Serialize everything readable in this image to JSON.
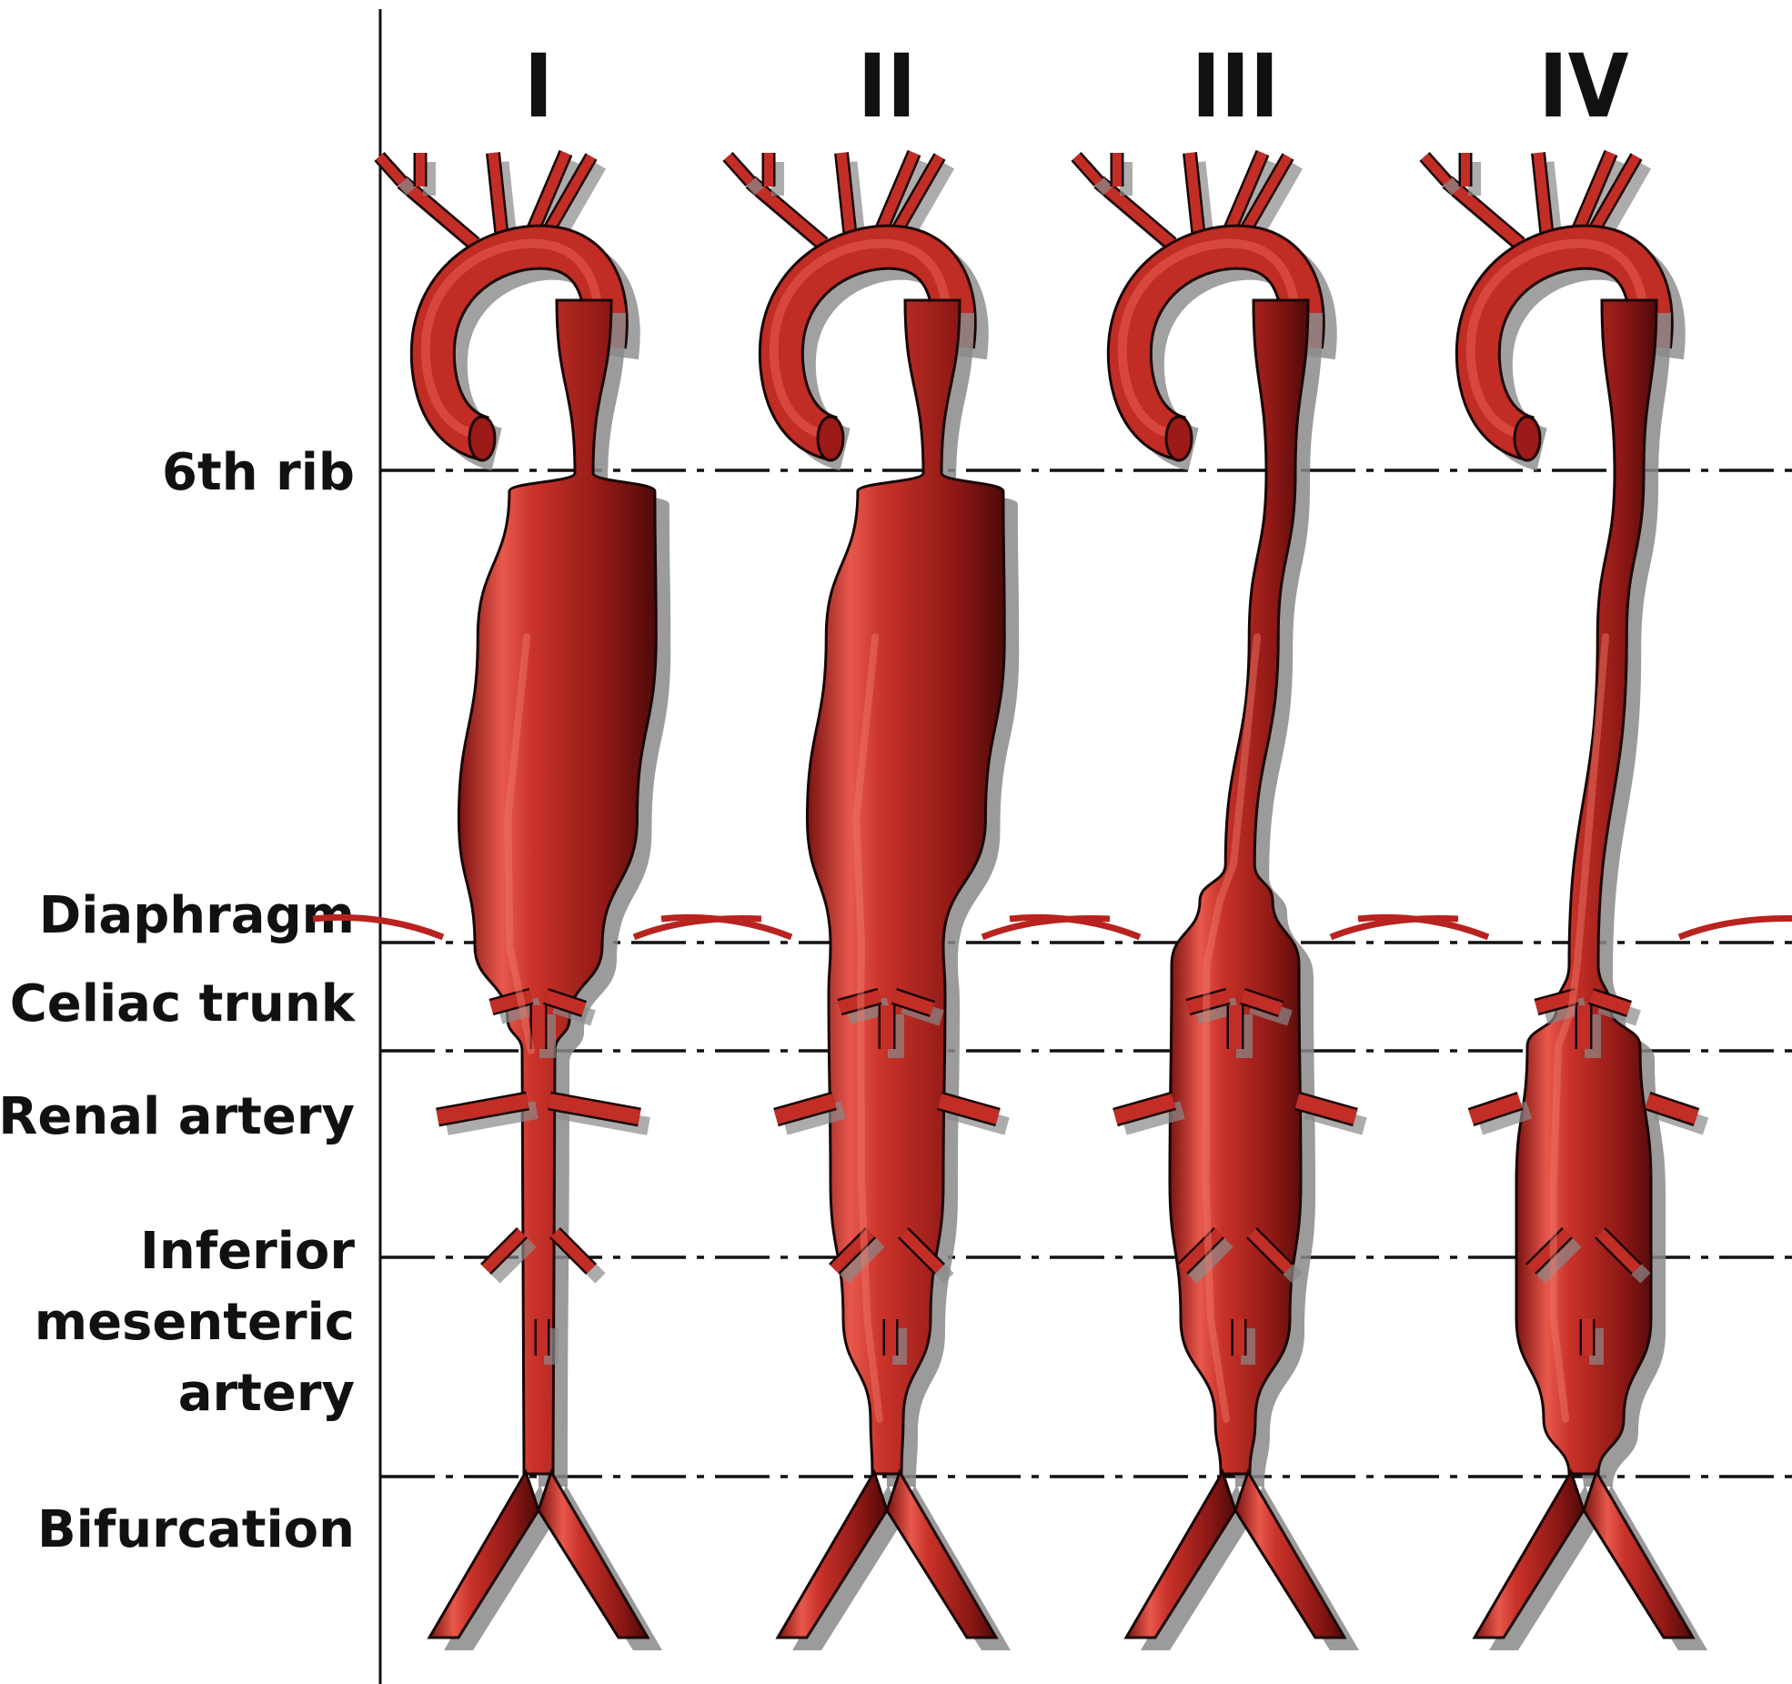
{
  "figure": {
    "type_labels": [
      "I",
      "II",
      "III",
      "IV"
    ],
    "level_labels": {
      "rib6": "6th rib",
      "diaphragm": "Diaphragm",
      "celiac": "Celiac trunk",
      "renal": "Renal artery",
      "ima_line1": "Inferior",
      "ima_line2": "mesenteric",
      "ima_line3": "artery",
      "bifurcation": "Bifurcation"
    },
    "colors": {
      "aorta_fill": "#b8231f",
      "aorta_outline": "#1a0505",
      "shadow": "#8a8a8a",
      "line": "#111111"
    }
  }
}
